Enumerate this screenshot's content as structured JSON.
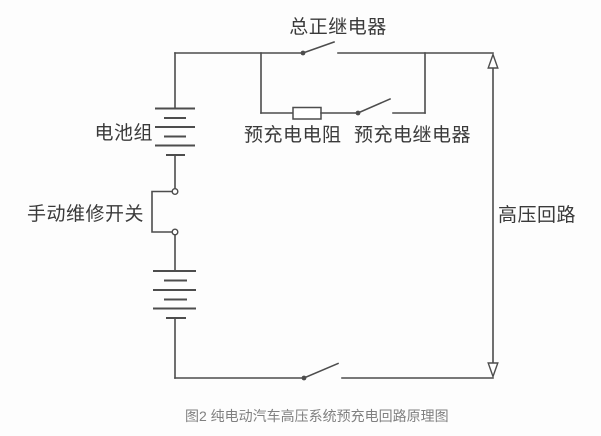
{
  "figure": {
    "caption": "图2 纯电动汽车高压系统预充电回路原理图"
  },
  "diagram": {
    "labels": {
      "main_positive_relay": "总正继电器",
      "battery_pack": "电池组",
      "precharge_resistor": "预充电电阻",
      "precharge_relay": "预充电继电器",
      "manual_service_switch": "手动维修开关",
      "high_voltage_loop": "高压回路"
    },
    "symbols": [
      "battery-pack-symbol",
      "manual-service-switch-symbol",
      "main-positive-relay-switch-symbol",
      "precharge-resistor-symbol",
      "precharge-relay-switch-symbol",
      "bottom-contactor-switch-symbol",
      "high-voltage-loop-double-arrow"
    ]
  },
  "colors": {
    "line": "#4d4d4d",
    "label": "#3a3a3a",
    "caption": "#808080",
    "bg": "#fdfdfd"
  }
}
